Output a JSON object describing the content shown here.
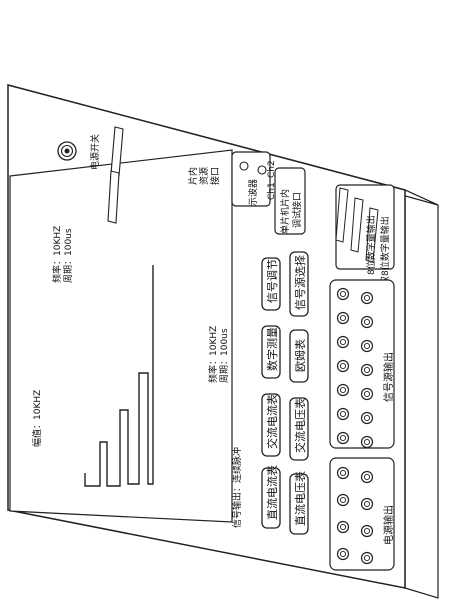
{
  "panel": {
    "power_switch_label": "电源开关",
    "amplitude_label": "幅值：10KHZ",
    "freq_top": "频率：10KHZ",
    "period_top": "周期：100us",
    "freq_mid": "频率：10KHZ",
    "period_mid": "周期：100us",
    "signal_output_label": "信号输出：连续脉冲",
    "port_label_line1": "片内",
    "port_label_line2": "资源",
    "port_label_line3": "接口",
    "osc_label": "示波器",
    "ch1_label": "Ch1",
    "ch2_label": "Ch2",
    "mcu_line1": "单片机片内",
    "mcu_line2": "调试接口",
    "digital_8bit": "8位数字量输出",
    "digital_dual_8bit": "双8位数字量输出",
    "signal_source_output": "信号源输出",
    "power_output": "电源输出"
  },
  "buttons": {
    "dc_current": "直流电流表",
    "dc_voltage": "直流电压表",
    "ac_current": "交流电流表",
    "ac_voltage": "交流电压表",
    "digital_measure": "数字测量",
    "ohmmeter": "欧姆表",
    "signal_adjust": "信号调节",
    "signal_source_select": "信号源选择"
  }
}
